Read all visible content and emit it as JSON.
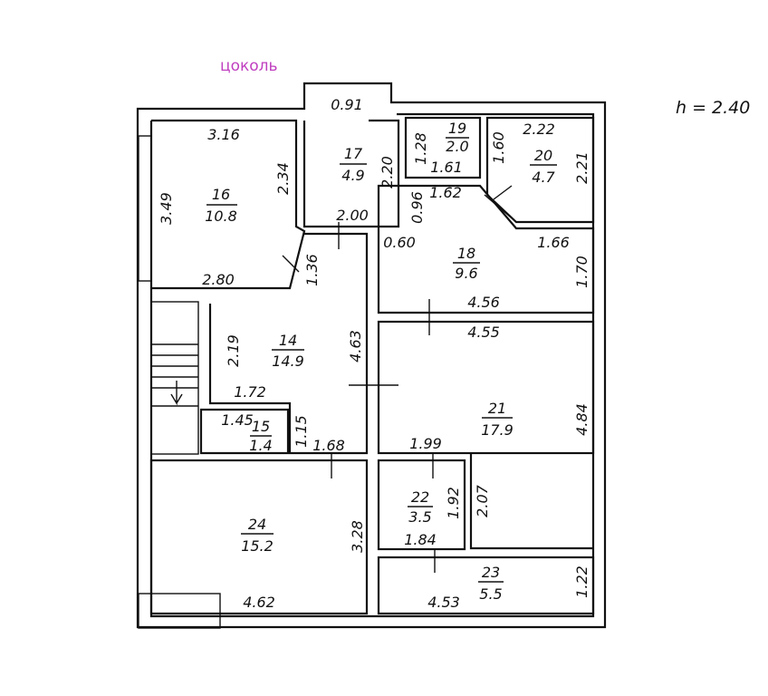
{
  "floor_title": "цоколь",
  "ceiling_height": "h = 2.40",
  "colors": {
    "title": "#c040c0",
    "lines": "#111111"
  },
  "rooms": [
    {
      "id": "16",
      "area": "10.8"
    },
    {
      "id": "17",
      "area": "4.9"
    },
    {
      "id": "19",
      "area": "2.0"
    },
    {
      "id": "20",
      "area": "4.7"
    },
    {
      "id": "18",
      "area": "9.6"
    },
    {
      "id": "14",
      "area": "14.9"
    },
    {
      "id": "15",
      "area": "1.4"
    },
    {
      "id": "21",
      "area": "17.9"
    },
    {
      "id": "22",
      "area": "3.5"
    },
    {
      "id": "23",
      "area": "5.5"
    },
    {
      "id": "24",
      "area": "15.2"
    }
  ],
  "dimensions": {
    "d_091": "0.91",
    "d_316": "3.16",
    "d_234": "2.34",
    "d_349": "3.49",
    "d_280": "2.80",
    "d_136": "1.36",
    "d_220": "2.20",
    "d_200": "2.00",
    "d_128": "1.28",
    "d_161": "1.61",
    "d_162": "1.62",
    "d_096": "0.96",
    "d_160": "1.60",
    "d_222": "2.22",
    "d_221": "2.21",
    "d_060": "0.60",
    "d_166": "1.66",
    "d_170": "1.70",
    "d_456": "4.56",
    "d_455": "4.55",
    "d_219": "2.19",
    "d_463": "4.63",
    "d_172": "1.72",
    "d_145": "1.45",
    "d_115": "1.15",
    "d_168": "1.68",
    "d_199": "1.99",
    "d_484": "4.84",
    "d_192": "1.92",
    "d_207": "2.07",
    "d_184": "1.84",
    "d_328": "3.28",
    "d_462": "4.62",
    "d_453": "4.53",
    "d_122": "1.22"
  }
}
